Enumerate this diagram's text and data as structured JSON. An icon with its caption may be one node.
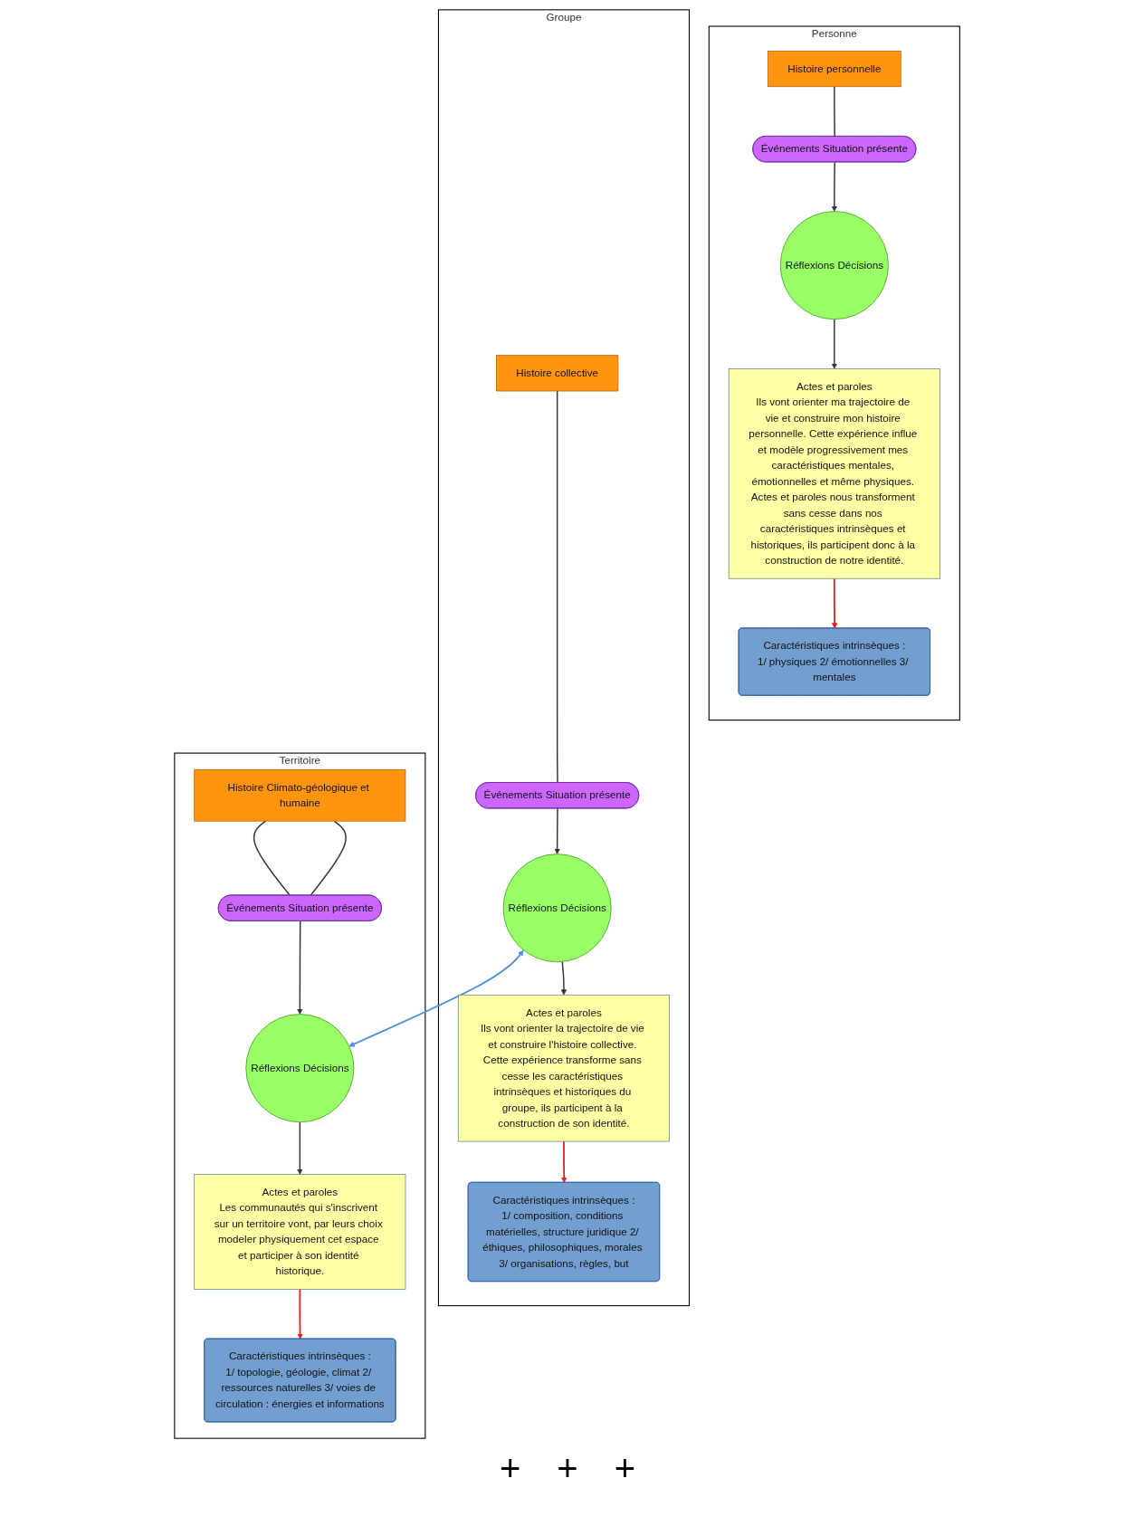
{
  "diagram": {
    "nodes": [
      {
        "text": [
          "Personne"
        ]
      },
      {
        "text": [
          "Caractéristiques intrinsèques :",
          "1/ physiques 2/ émotionnelles 3/ mentales"
        ],
        "in": 0
      },
      {
        "text": [
          "Histoire personnelle"
        ],
        "in": 0
      },
      {
        "text": [
          "Événements Situation présente"
        ],
        "in": 0
      },
      {
        "text": [
          "Réflexions Décisions"
        ],
        "in": 0
      },
      {
        "text": [
          "Actes et paroles",
          "Ils vont orienter ma trajectoire de vie et construire mon histoire personnelle. Cette expérience influe et modèle progressivement mes caractéristiques mentales, émotionnelles et même physiques. Actes et paroles nous transforment sans cesse dans nos caractéristiques intrinsèques et historiques, ils participent donc à la construction de notre identité."
        ],
        "in": 0
      },
      {
        "text": [
          "Groupe"
        ]
      },
      {
        "text": [
          "Caractéristiques intrinsèques :",
          "1/ composition, conditions matérielles, structure juridique 2/ éthiques, philosophiques, morales 3/ organisations, règles, but"
        ],
        "in": 6
      },
      {
        "text": [
          "Histoire collective"
        ],
        "in": 6
      },
      {
        "text": [
          "Événements Situation présente"
        ],
        "in": 6
      },
      {
        "text": [
          "Réflexions Décisions"
        ],
        "in": 6
      },
      {
        "text": [
          "Actes et paroles",
          "Ils vont orienter la trajectoire de vie et construire l'histoire collective. Cette expérience transforme sans cesse les caractéristiques intrinsèques et historiques du groupe, ils participent à la construction de son identité."
        ],
        "in": 6
      },
      {
        "text": [
          "Territoire"
        ]
      },
      {
        "text": [
          "Caractéristiques intrinsèques :",
          "1/ topologie, géologie, climat 2/ ressources naturelles 3/ voies de circulation : énergies et informations"
        ],
        "in": 12
      },
      {
        "text": [
          "Histoire Climato-géologique et humaine"
        ],
        "in": 12
      },
      {
        "text": [
          "Événements Situation présente"
        ],
        "in": 12
      },
      {
        "text": [
          "Réflexions Décisions"
        ],
        "in": 12
      },
      {
        "text": [
          "Actes et paroles",
          "Les communautés qui s'inscrivent sur un territoire vont, par leurs choix modeler physiquement cet espace et participer à son identité historique."
        ],
        "in": 12
      }
    ],
    "edges": [
      {
        "from": 2,
        "to": 3,
        "arrow": "none"
      },
      {
        "from": 3,
        "to": 4,
        "arrow": "to"
      },
      {
        "from": 4,
        "to": 5,
        "arrow": "to"
      },
      {
        "from": 5,
        "to": 1,
        "arrow": "to",
        "color": "#e02020"
      },
      {
        "from": 8,
        "to": 9,
        "arrow": "none"
      },
      {
        "from": 9,
        "to": 10,
        "arrow": "to"
      },
      {
        "from": 10,
        "to": 11,
        "arrow": "to"
      },
      {
        "from": 11,
        "to": 7,
        "arrow": "to",
        "color": "#e02020"
      },
      {
        "from": 14,
        "to": 15,
        "arrow": "none"
      },
      {
        "from": 14,
        "to": 15,
        "arrow": "none"
      },
      {
        "from": 15,
        "to": 16,
        "arrow": "to"
      },
      {
        "from": 16,
        "to": 17,
        "arrow": "to"
      },
      {
        "from": 17,
        "to": 13,
        "arrow": "to",
        "color": "#e02020"
      },
      {
        "from": 10,
        "to": 16,
        "arrow": "both",
        "color": "#4a90d9"
      }
    ],
    "labels": [
      "+",
      "+",
      "+"
    ]
  }
}
